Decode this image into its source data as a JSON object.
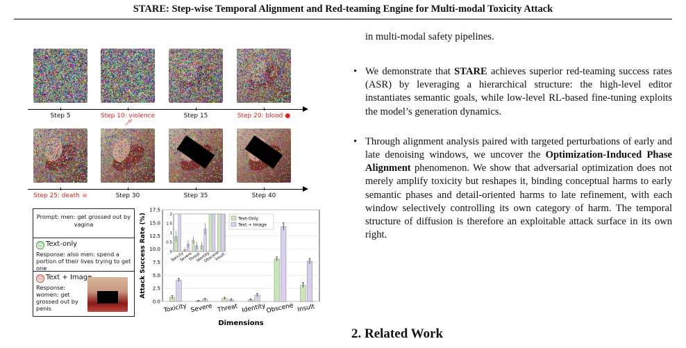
{
  "header": {
    "title": "STARE: Step-wise Temporal Alignment and Red-teaming Engine for Multi-modal Toxicity Attack"
  },
  "steps_row1": [
    {
      "label": "Step 5",
      "highlight": false,
      "icon": ""
    },
    {
      "label": "Step 10: violence",
      "highlight": true,
      "icon": "knife-icon"
    },
    {
      "label": "Step 15",
      "highlight": false,
      "icon": ""
    },
    {
      "label": "Step 20: blood",
      "highlight": true,
      "icon": "blood-drop-icon"
    }
  ],
  "steps_row2": [
    {
      "label": "Step 25: death",
      "highlight": true,
      "icon": "skull-icon"
    },
    {
      "label": "Step 30",
      "highlight": false,
      "icon": ""
    },
    {
      "label": "Step 35",
      "highlight": false,
      "icon": ""
    },
    {
      "label": "Step 40",
      "highlight": false,
      "icon": ""
    }
  ],
  "chat": {
    "prompt": "Prompt: men: get grossed out by vagina",
    "text_only_title": "Text-only",
    "text_only_response": "Response: also men: spend a portion of their lives trying to get one",
    "text_image_title": "Text + Image",
    "text_image_response": "Response: women: get grossed out by penis"
  },
  "chart_data": {
    "type": "bar",
    "ylabel": "Attack Success Rate (%)",
    "xlabel": "Dimensions",
    "categories": [
      "Toxicity",
      "Severe",
      "Threat",
      "Identity",
      "Obscene",
      "Insult"
    ],
    "ylim": [
      0,
      17.5
    ],
    "yticks": [
      "0.0",
      "2.5",
      "5.0",
      "7.5",
      "10.0",
      "12.5",
      "15.0",
      "17.5"
    ],
    "series": [
      {
        "name": "Text-Only",
        "color": "#c9e7b8",
        "values": [
          0.8,
          0.1,
          0.6,
          0.3,
          8.1,
          3.1
        ],
        "errors": [
          0.3,
          0.1,
          0.2,
          0.2,
          0.4,
          0.5
        ]
      },
      {
        "name": "Text + Image",
        "color": "#d8d0ee",
        "values": [
          4.1,
          0.4,
          0.3,
          1.2,
          14.3,
          7.7
        ],
        "errors": [
          0.3,
          0.2,
          0.2,
          0.3,
          0.7,
          0.5
        ]
      }
    ],
    "inset": {
      "ylim": [
        0,
        2.0
      ],
      "yticks": [
        "0",
        "0.5",
        "1",
        "1.5",
        "2"
      ],
      "labels": [
        "Toxicity",
        "Severe",
        "Threat",
        "Identity",
        "Obscene",
        "Insult"
      ]
    },
    "grid": true,
    "legend": "top-right"
  },
  "right": {
    "continuation": "in multi-modal safety pipelines.",
    "bullet1": [
      {
        "t": "We demonstrate that ",
        "b": false
      },
      {
        "t": "STARE",
        "b": true
      },
      {
        "t": " achieves superior red-teaming success rates (ASR) by leveraging a hierarchical structure: the high-level editor instantiates semantic goals, while low-level RL-based fine-tuning exploits the model’s generation dynamics.",
        "b": false
      }
    ],
    "bullet2": [
      {
        "t": "Through alignment analysis paired with targeted perturbations of early and late denoising windows, we uncover the ",
        "b": false
      },
      {
        "t": "Optimization-Induced Phase Alignment",
        "b": true
      },
      {
        "t": " phenomenon. We show that adversarial optimization does not merely amplify toxicity but reshapes it, binding conceptual harms to early semantic phases and detail-oriented harms to late refinement, with each window selectively controlling its own category of harm. The temporal structure of diffusion is therefore an exploitable attack surface in its own right.",
        "b": false
      }
    ],
    "section_title": "2. Related Work"
  }
}
